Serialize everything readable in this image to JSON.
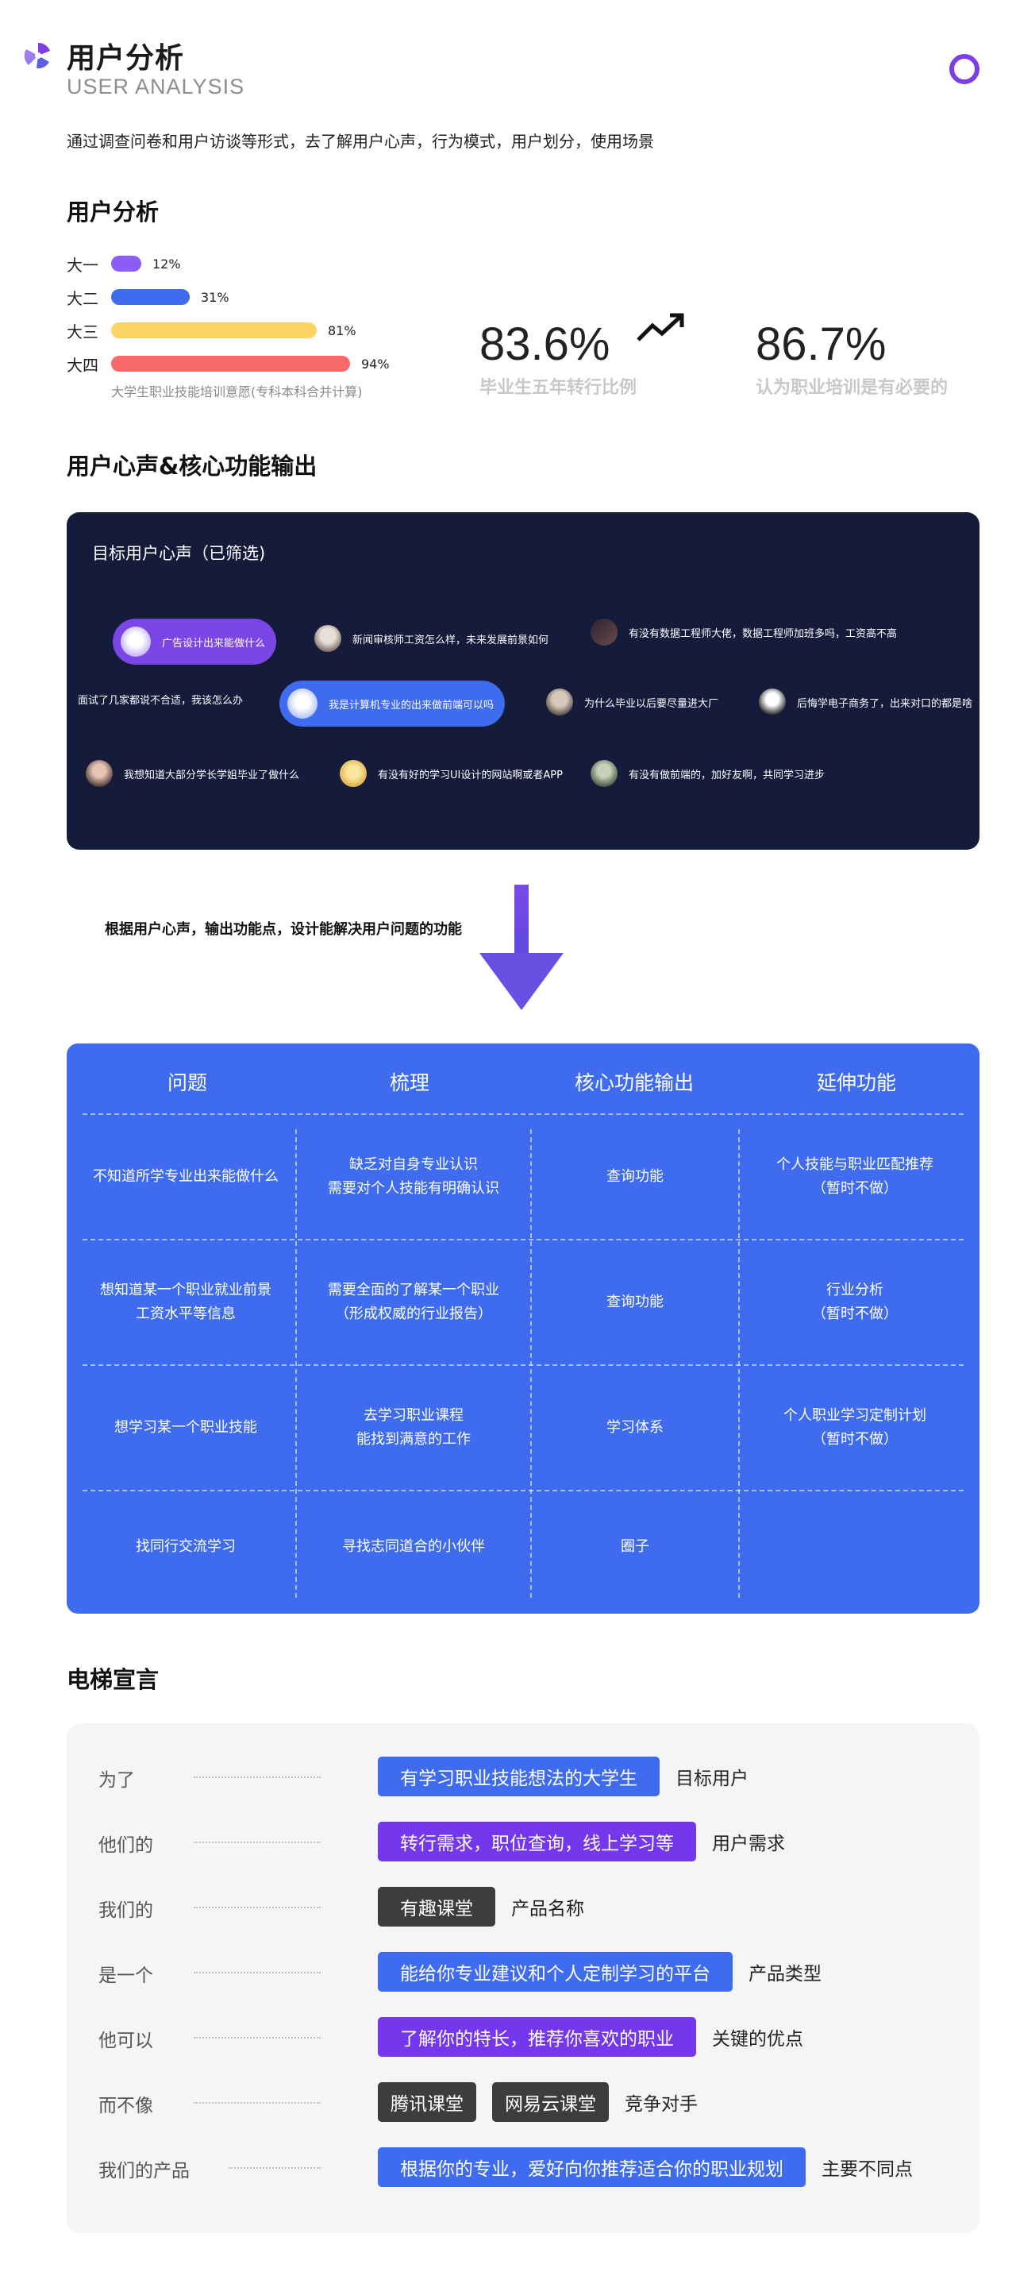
{
  "header": {
    "title": "用户分析",
    "title_en": "USER ANALYSIS",
    "intro": "通过调查问卷和用户访谈等形式，去了解用户心声，行为模式，用户划分，使用场景"
  },
  "analysis": {
    "section_title": "用户分析",
    "note": "大学生职业技能培训意愿(专科本科合并计算)",
    "stat1": {
      "value": "83.6%",
      "label": "毕业生五年转行比例"
    },
    "stat2": {
      "value": "86.7%",
      "label": "认为职业培训是有必要的"
    }
  },
  "chart_data": {
    "type": "bar",
    "orientation": "horizontal",
    "categories": [
      "大一",
      "大二",
      "大三",
      "大四"
    ],
    "values": [
      12,
      31,
      81,
      94
    ],
    "value_labels": [
      "12%",
      "31%",
      "81%",
      "94%"
    ],
    "xlim": [
      0,
      100
    ],
    "colors": [
      "#8b5cf6",
      "#3f6cee",
      "#fdd463",
      "#f86a6a"
    ],
    "title": "",
    "xlabel": "大学生职业技能培训意愿(专科本科合并计算)",
    "ylabel": "",
    "grid": false
  },
  "voices": {
    "section_title": "用户心声&核心功能输出",
    "panel_title": "目标用户心声（已筛选)",
    "items": [
      "广告设计出来能做什么",
      "新闻审核师工资怎么样，未来发展前景如何",
      "有没有数据工程师大佬，数据工程师加班多吗，工资高不高",
      "面试了几家都说不合适，我该怎么办",
      "我是计算机专业的出来做前端可以吗",
      "为什么毕业以后要尽量进大厂",
      "后悔学电子商务了，出来对口的都是啥",
      "我想知道大部分学长学姐毕业了做什么",
      "有没有好的学习UI设计的网站啊或者APP",
      "有没有做前端的，加好友啊，共同学习进步"
    ],
    "arrow_note": "根据用户心声，输出功能点，设计能解决用户问题的功能"
  },
  "table": {
    "headers": [
      "问题",
      "梳理",
      "核心功能输出",
      "延伸功能"
    ],
    "rows": [
      [
        "不知道所学专业出来能做什么",
        "缺乏对自身专业认识\n需要对个人技能有明确认识",
        "查询功能",
        "个人技能与职业匹配推荐\n（暂时不做）"
      ],
      [
        "想知道某一个职业就业前景\n工资水平等信息",
        "需要全面的了解某一个职业\n（形成权威的行业报告）",
        "查询功能",
        "行业分析\n（暂时不做）"
      ],
      [
        "想学习某一个职业技能",
        "去学习职业课程\n能找到满意的工作",
        "学习体系",
        "个人职业学习定制计划\n（暂时不做）"
      ],
      [
        "找同行交流学习",
        "寻找志同道合的小伙伴",
        "圈子",
        ""
      ]
    ]
  },
  "pitch": {
    "section_title": "电梯宣言",
    "rows": [
      {
        "label": "为了",
        "tags": [
          "有学习职业技能想法的大学生"
        ],
        "desc": "目标用户"
      },
      {
        "label": "他们的",
        "tags": [
          "转行需求，职位查询，线上学习等"
        ],
        "desc": "用户需求"
      },
      {
        "label": "我们的",
        "tags": [
          "有趣课堂"
        ],
        "desc": "产品名称"
      },
      {
        "label": "是一个",
        "tags": [
          "能给你专业建议和个人定制学习的平台"
        ],
        "desc": "产品类型"
      },
      {
        "label": "他可以",
        "tags": [
          "了解你的特长，推荐你喜欢的职业"
        ],
        "desc": "关键的优点"
      },
      {
        "label": "而不像",
        "tags": [
          "腾讯课堂",
          "网易云课堂"
        ],
        "desc": "竞争对手"
      },
      {
        "label": "我们的产品",
        "tags": [
          "根据你的专业，爱好向你推荐适合你的职业规划"
        ],
        "desc": "主要不同点"
      }
    ]
  }
}
